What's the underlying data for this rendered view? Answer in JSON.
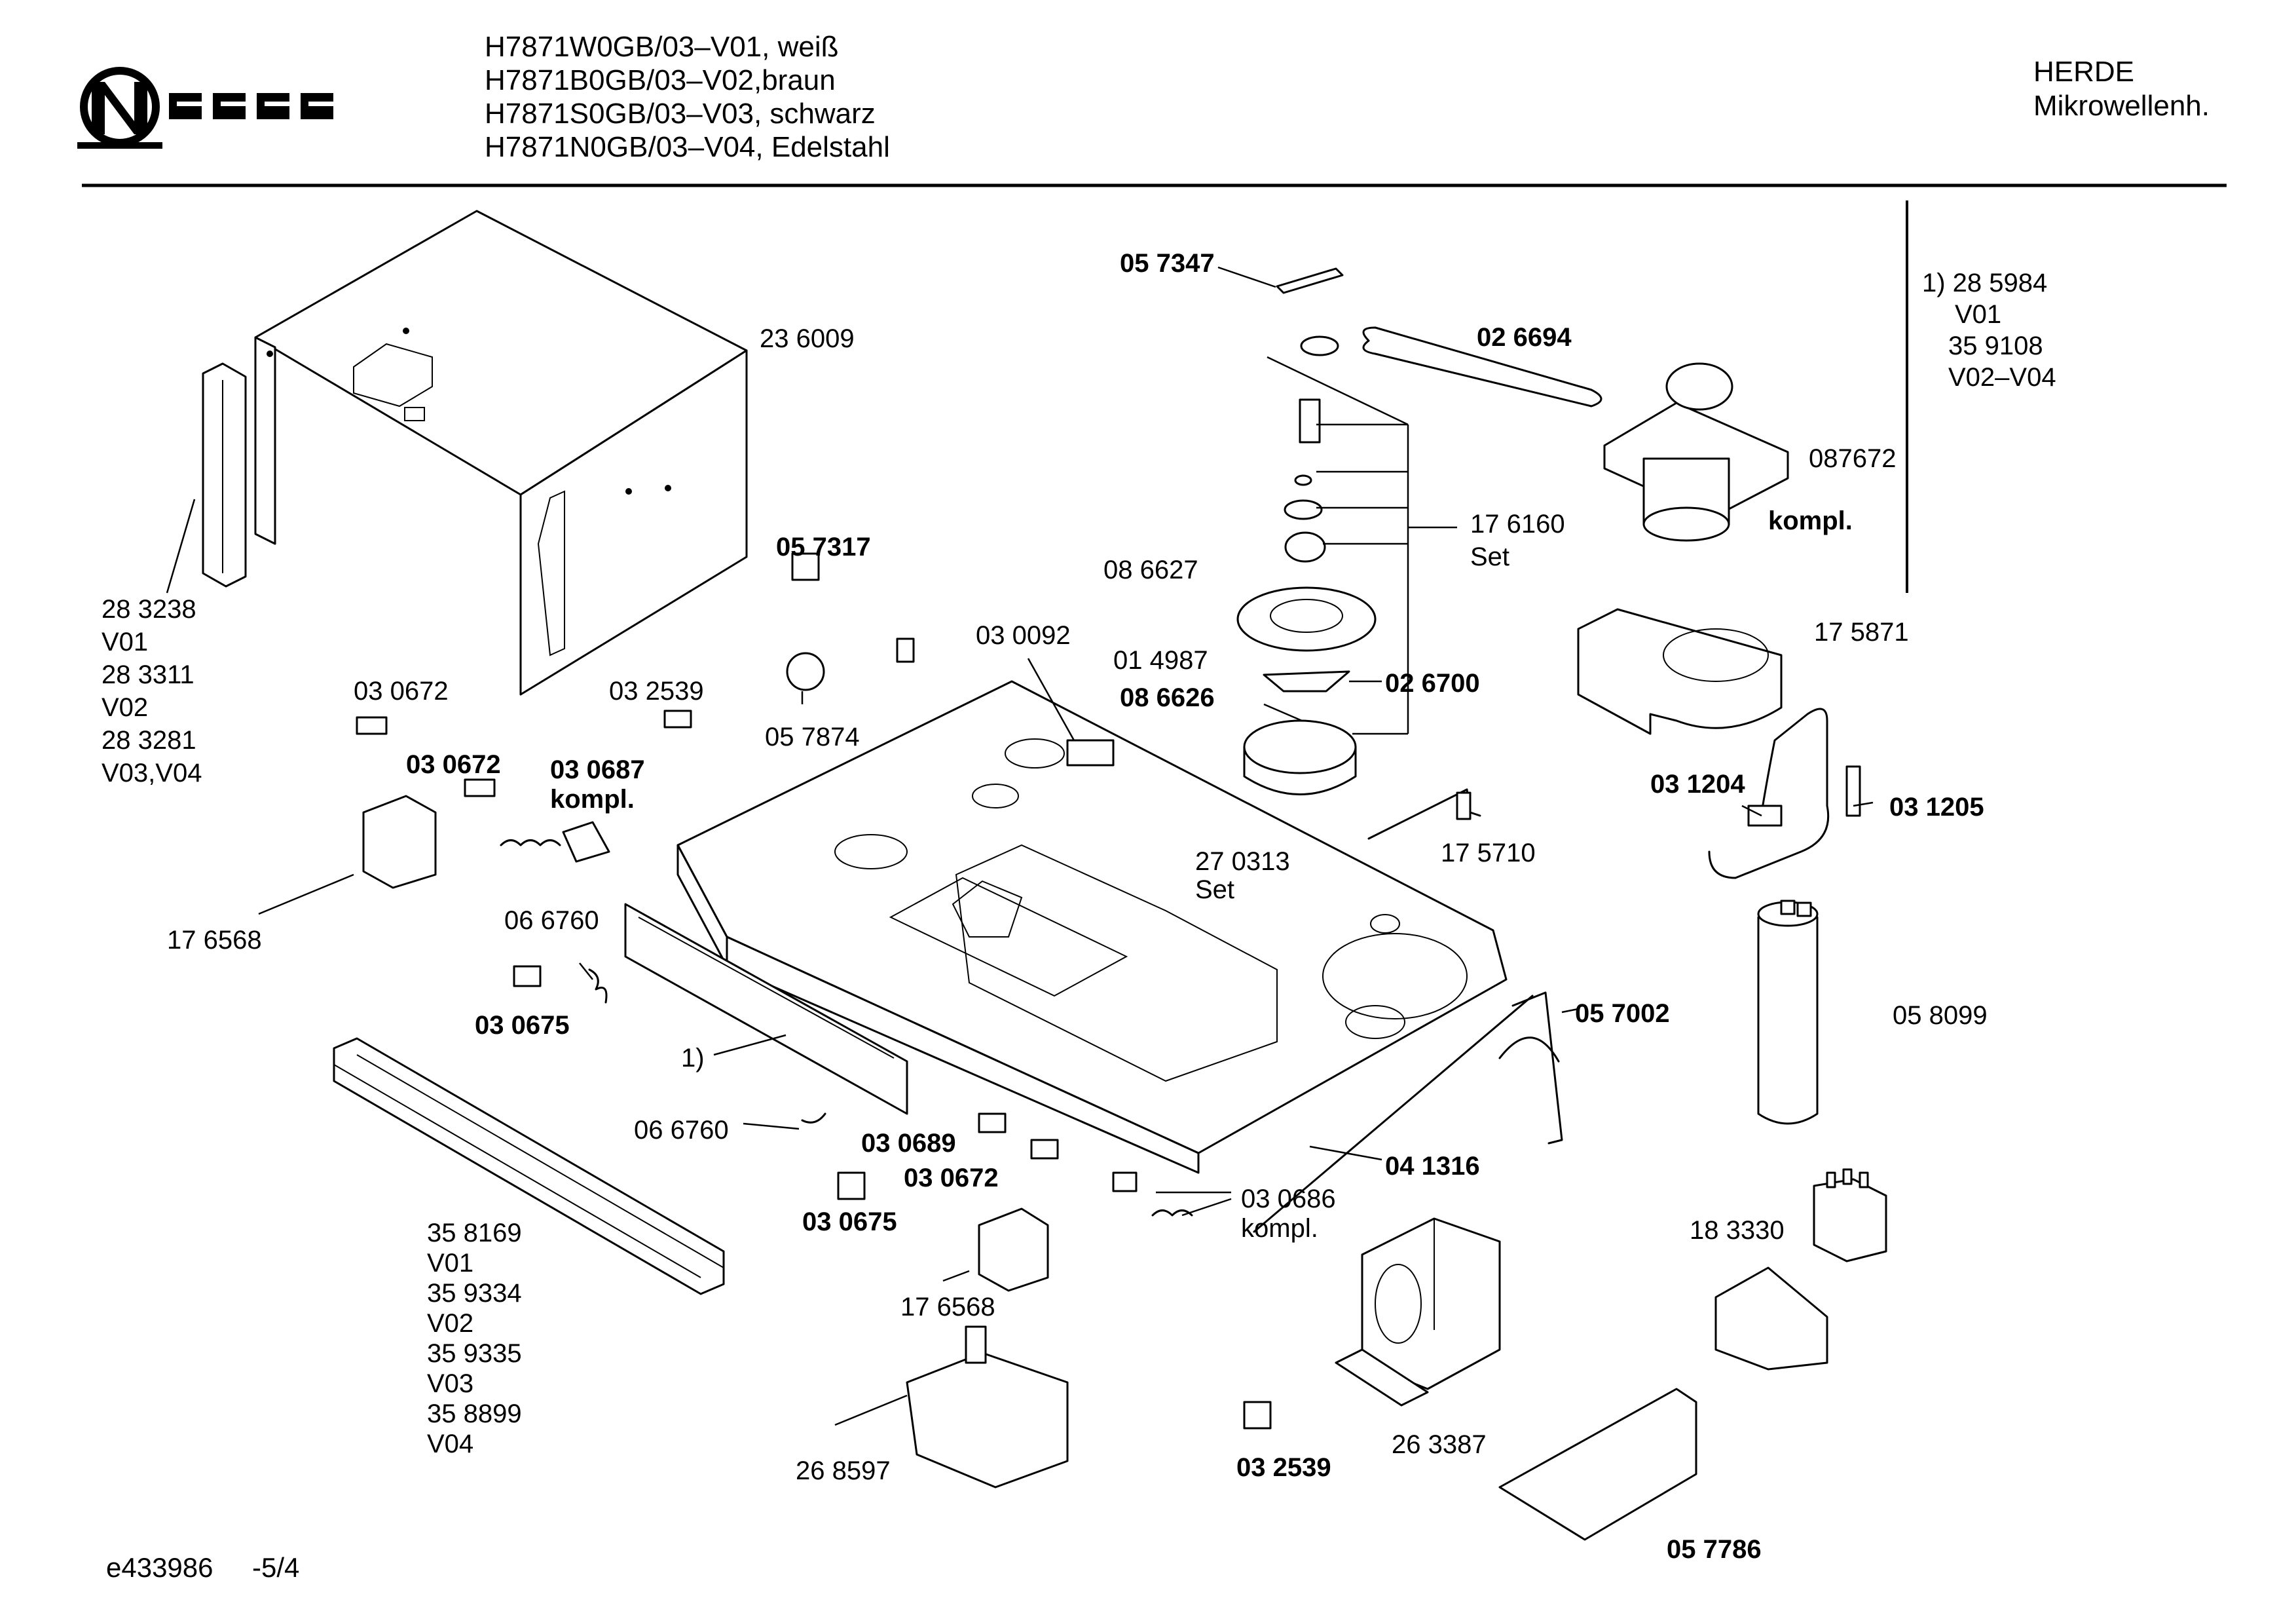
{
  "brand": "NEFF",
  "header": {
    "models": [
      "H7871W0GB/03–V01, weiß",
      "H7871B0GB/03–V02,braun",
      "H7871S0GB/03–V03, schwarz",
      "H7871N0GB/03–V04, Edelstahl"
    ],
    "category_line1": "HERDE",
    "category_line2": "Mikrowellenh."
  },
  "footnote_box": [
    "1) 28 5984",
    "V01",
    "35 9108",
    "V02–V04"
  ],
  "parts": {
    "p236009": "23 6009",
    "p283238": [
      "28 3238",
      "V01",
      "28 3311",
      "V02",
      "28 3281",
      "V03,V04"
    ],
    "p030672a": "03 0672",
    "p030672b": "03 0672",
    "p030687": [
      "03 0687",
      "kompl."
    ],
    "p032539a": "03 2539",
    "p057874": "05 7874",
    "p057317": "05 7317",
    "p030092": "03 0092",
    "p057347": "05 7347",
    "p026694": "02 6694",
    "p176160": [
      "17 6160",
      "Set"
    ],
    "p086627": "08 6627",
    "p014987": "01 4987",
    "p086626": "08 6626",
    "p026700": "02 6700",
    "p087672": "087672",
    "p087672k": "kompl.",
    "p175871": "17 5871",
    "p031204": "03 1204",
    "p031205": "03 1205",
    "p175710": "17 5710",
    "p270313": [
      "27 0313",
      "Set"
    ],
    "p176568a": "17 6568",
    "p066760a": "06 6760",
    "p030675a": "03 0675",
    "p1": "1)",
    "p057002": "05 7002",
    "p058099": "05 8099",
    "p041316": "04 1316",
    "p066760b": "06 6760",
    "p030689": "03 0689",
    "p030672c": "03 0672",
    "p030675b": "03 0675",
    "p030686": [
      "03 0686",
      "kompl."
    ],
    "p183330": "18  3330",
    "p358169": [
      "35 8169",
      "V01",
      "35 9334",
      "V02",
      "35 9335",
      "V03",
      "35 8899",
      "V04"
    ],
    "p176568b": "17 6568",
    "p263387": "26  3387",
    "p268597": "26 8597",
    "p032539b": "03 2539",
    "p057786": "05 7786"
  },
  "footer": {
    "doc_id": "e433986",
    "page": "-5/4"
  }
}
